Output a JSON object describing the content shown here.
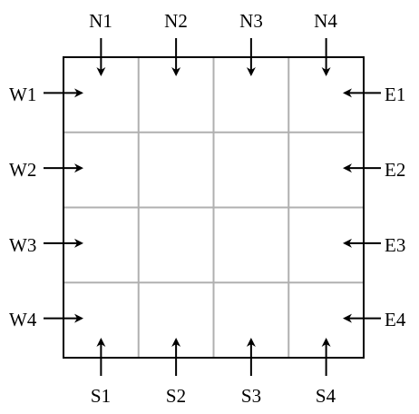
{
  "grid": {
    "rows": 4,
    "cols": 4,
    "border_color": "#000000",
    "grid_line_color": "#b0b0b0"
  },
  "arrow_color": "#000000",
  "labels": {
    "north": [
      "N1",
      "N2",
      "N3",
      "N4"
    ],
    "south": [
      "S1",
      "S2",
      "S3",
      "S4"
    ],
    "west": [
      "W1",
      "W2",
      "W3",
      "W4"
    ],
    "east": [
      "E1",
      "E2",
      "E3",
      "E4"
    ]
  }
}
